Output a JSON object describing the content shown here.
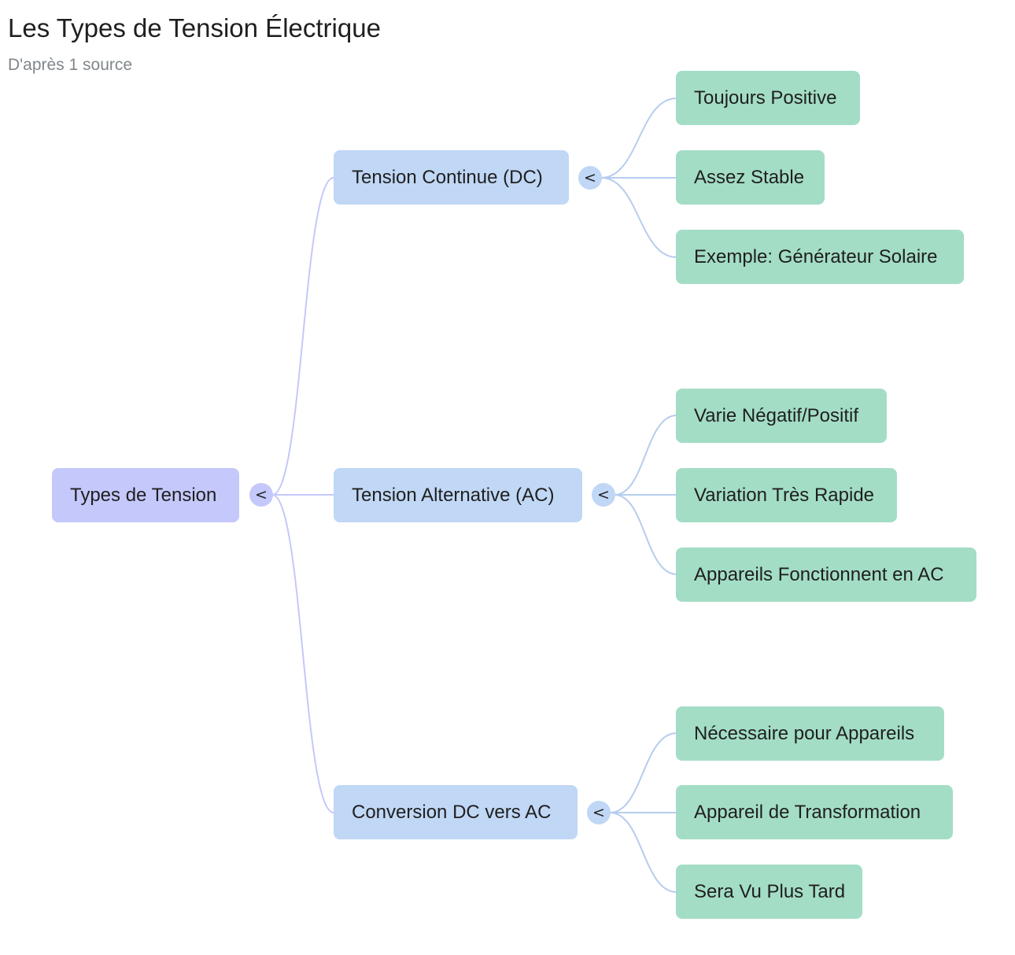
{
  "header": {
    "title": "Les Types de Tension Électrique",
    "subtitle": "D'après 1 source"
  },
  "mindmap": {
    "root": {
      "label": "Types de Tension",
      "toggle": "<"
    },
    "branches": [
      {
        "label": "Tension Continue (DC)",
        "toggle": "<",
        "children": [
          "Toujours Positive",
          "Assez Stable",
          "Exemple: Générateur Solaire"
        ]
      },
      {
        "label": "Tension Alternative (AC)",
        "toggle": "<",
        "children": [
          "Varie Négatif/Positif",
          "Variation Très Rapide",
          "Appareils Fonctionnent en AC"
        ]
      },
      {
        "label": "Conversion DC vers AC",
        "toggle": "<",
        "children": [
          "Nécessaire pour Appareils",
          "Appareil de Transformation",
          "Sera Vu Plus Tard"
        ]
      }
    ]
  },
  "colors": {
    "root_node": "#c5c8fb",
    "branch_node": "#c0d7f5",
    "leaf_node": "#a3ddc5",
    "root_link": "#c5c8fb",
    "branch_link": "#b6cdee"
  }
}
